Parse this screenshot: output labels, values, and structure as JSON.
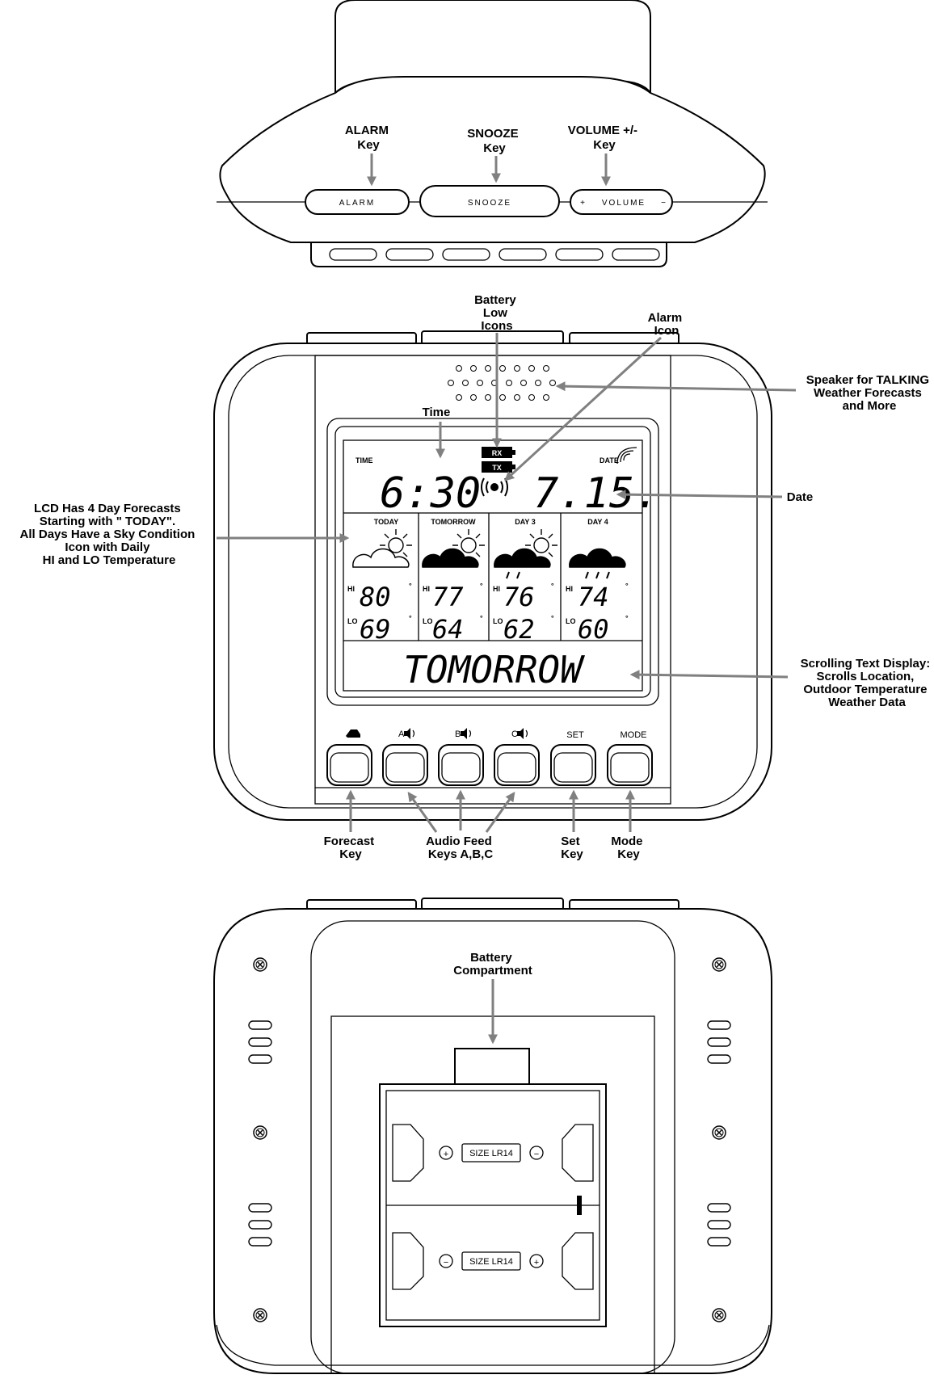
{
  "top_view": {
    "labels": {
      "alarm_key": [
        "ALARM",
        "Key"
      ],
      "snooze_key": [
        "SNOOZE",
        "Key"
      ],
      "volume_key": [
        "VOLUME +/-",
        "Key"
      ]
    },
    "buttons": {
      "alarm": "ALARM",
      "snooze": "SNOOZE",
      "volume_plus": "+",
      "volume": "VOLUME",
      "volume_minus": "−"
    }
  },
  "front_view": {
    "labels": {
      "battery_low_icons": [
        "Battery",
        "Low",
        "Icons"
      ],
      "alarm_icon": [
        "Alarm",
        "Icon"
      ],
      "speaker": [
        "Speaker for  TALKING",
        "Weather Forecasts",
        "and More"
      ],
      "time": "Time",
      "date": "Date",
      "lcd_forecasts": [
        "LCD Has 4 Day Forecasts",
        "Starting with \" TODAY\".",
        "All Days Have a Sky Condition",
        "Icon with Daily",
        "HI and LO  Temperature"
      ],
      "scrolling_text": [
        "Scrolling  Text Display:",
        "Scrolls Location,",
        "Outdoor  Temperature",
        "Weather Data"
      ],
      "forecast_key": [
        "Forecast",
        "Key"
      ],
      "audio_feed_keys": [
        "Audio Feed",
        "Keys A,B,C"
      ],
      "set_key": [
        "Set",
        "Key"
      ],
      "mode_key": [
        "Mode",
        "Key"
      ]
    },
    "lcd": {
      "time_label": "TIME",
      "time_value": "6:30",
      "rx": "RX",
      "tx": "TX",
      "date_label": "DATE",
      "date_value": "7.15.",
      "days": [
        {
          "name": "TODAY",
          "hi": "80",
          "lo": "69"
        },
        {
          "name": "TOMORROW",
          "hi": "77",
          "lo": "64"
        },
        {
          "name": "DAY 3",
          "hi": "76",
          "lo": "62"
        },
        {
          "name": "DAY 4",
          "hi": "74",
          "lo": "60"
        }
      ],
      "hi_label": "HI",
      "lo_label": "LO",
      "degree": "°",
      "scroll_text": "TOMORROW"
    },
    "keys": {
      "a": "A",
      "b": "B",
      "c": "C",
      "set": "SET",
      "mode": "MODE"
    }
  },
  "back_view": {
    "labels": {
      "battery_compartment": [
        "Battery",
        "Compartment"
      ]
    },
    "battery_size_label": "SIZE  LR14",
    "plus": "+",
    "minus": "−"
  },
  "colors": {
    "arrow": "#808080",
    "outline": "#000000"
  }
}
